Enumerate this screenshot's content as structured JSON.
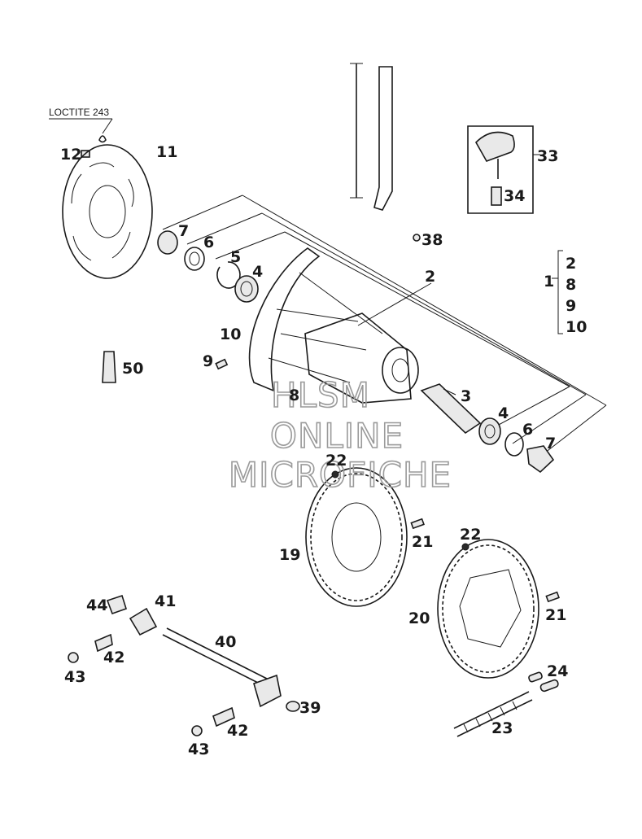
{
  "note": {
    "loctite": "LOCTITE 243"
  },
  "watermark": {
    "line1": "HLSM",
    "line2": "ONLINE",
    "line3": "MICROFICHE"
  },
  "labels": {
    "p1": "1",
    "p2": "2",
    "p3": "3",
    "p4a": "4",
    "p4b": "4",
    "p5": "5",
    "p6a": "6",
    "p6b": "6",
    "p7a": "7",
    "p7b": "7",
    "p8": "8",
    "p9": "9",
    "p10": "10",
    "p11": "11",
    "p12": "12",
    "p19": "19",
    "p20": "20",
    "p21a": "21",
    "p21b": "21",
    "p22a": "22",
    "p22b": "22",
    "p23": "23",
    "p24": "24",
    "p33": "33",
    "p34": "34",
    "p38": "38",
    "p39": "39",
    "p40": "40",
    "p41": "41",
    "p42a": "42",
    "p42b": "42",
    "p43a": "43",
    "p43b": "43",
    "p44": "44",
    "p50": "50"
  },
  "group1": [
    "2",
    "8",
    "9",
    "10"
  ]
}
